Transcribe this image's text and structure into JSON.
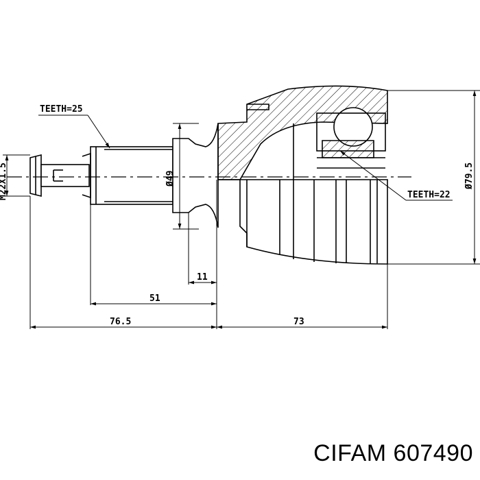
{
  "labels": {
    "teeth_left": "TEETH=25",
    "teeth_right": "TEETH=22",
    "thread": "M22X1.5",
    "shaft_diameter": "Ø49",
    "outer_diameter": "Ø79.5",
    "dim_11": "11",
    "dim_51": "51",
    "dim_765": "76.5",
    "dim_73": "73"
  },
  "caption": {
    "brand": "CIFAM",
    "part_number": "607490"
  }
}
